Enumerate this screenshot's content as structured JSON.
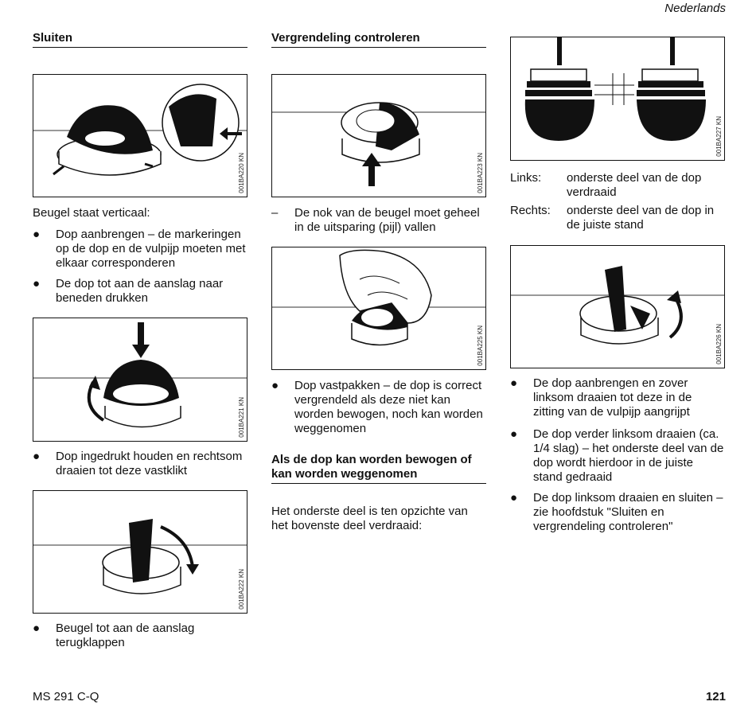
{
  "header": {
    "language": "Nederlands"
  },
  "col1": {
    "heading": "Sluiten",
    "fig1_code": "001BA220 KN",
    "intro": "Beugel staat verticaal:",
    "bullet1": "Dop aanbrengen – de markeringen op de dop en de vulpijp moeten met elkaar corresponderen",
    "bullet2": "De dop tot aan de aanslag naar beneden drukken",
    "fig2_code": "001BA221 KN",
    "bullet3": "Dop ingedrukt houden en rechtsom draaien tot deze vastklikt",
    "fig3_code": "001BA222 KN",
    "bullet4": "Beugel tot aan de aanslag terugklappen"
  },
  "col2": {
    "heading": "Vergrendeling controleren",
    "fig1_code": "001BA223 KN",
    "dash1": "De nok van de beugel moet geheel in de uitsparing (pijl) vallen",
    "fig2_code": "001BA225 KN",
    "bullet1": "Dop vastpakken – de dop is correct vergrendeld als deze niet kan worden bewogen, noch kan worden weggenomen",
    "subheading": "Als de dop kan worden bewogen of kan worden weggenomen",
    "para": "Het onderste deel is ten opzichte van het bovenste deel verdraaid:"
  },
  "col3": {
    "fig1_code": "001BA227 KN",
    "def1_term": "Links:",
    "def1_desc": "onderste deel van de dop verdraaid",
    "def2_term": "Rechts:",
    "def2_desc": "onderste deel van de dop in de juiste stand",
    "fig2_code": "001BA226 KN",
    "bullet1": "De dop aanbrengen en zover linksom draaien tot deze in de zitting van de vulpijp aangrijpt",
    "bullet2": "De dop verder linksom draaien (ca. 1/4 slag) – het onderste deel van de dop wordt hierdoor in de juiste stand gedraaid",
    "bullet3": "De dop linksom draaien en sluiten – zie hoofdstuk \"Sluiten en vergrendeling controleren\""
  },
  "footer": {
    "model": "MS 291 C-Q",
    "page": "121"
  },
  "bullet_symbol": "●",
  "dash_symbol": "–"
}
